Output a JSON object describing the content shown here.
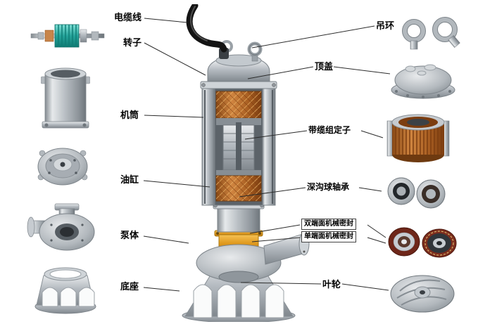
{
  "figure": {
    "type": "exploded-parts-diagram",
    "subject": "submersible sewage pump cutaway with part callouts"
  },
  "labels": {
    "left": [
      {
        "text": "电缆线"
      },
      {
        "text": "转子"
      },
      {
        "text": "机筒"
      },
      {
        "text": "油缸"
      },
      {
        "text": "泵体"
      },
      {
        "text": "底座"
      }
    ],
    "right": [
      {
        "text": "吊环"
      },
      {
        "text": "顶盖"
      },
      {
        "text": "带缆组定子"
      },
      {
        "text": "深沟球轴承"
      },
      {
        "text": "双端面机械密封"
      },
      {
        "text": "单端面机械密封"
      },
      {
        "text": "叶轮"
      }
    ]
  },
  "images": {
    "left": [
      "rotor-photo",
      "casing-barrel-photo",
      "oil-cylinder-cover-photo",
      "pump-body-photo",
      "base-stand-photo"
    ],
    "right": [
      "lifting-eyebolts-photo",
      "top-cover-photo",
      "cable-stator-photo",
      "ball-bearings-photo",
      "mechanical-seals-photo",
      "impeller-photo"
    ],
    "center": "submersible-pump-cutaway-illustration"
  },
  "colors": {
    "background": "#ffffff",
    "leader_line": "#2b2b2b",
    "label_text": "#000000",
    "metal_light": "#e9ebed",
    "metal_mid": "#b4bac0",
    "metal_dark": "#81888e",
    "copper_winding": "#b06024",
    "gold_seal_chamber": "#e09a1f",
    "rotor_teal": "#25a39a",
    "cable_black": "#141414",
    "seal_red_brown": "#7c2d1e"
  }
}
